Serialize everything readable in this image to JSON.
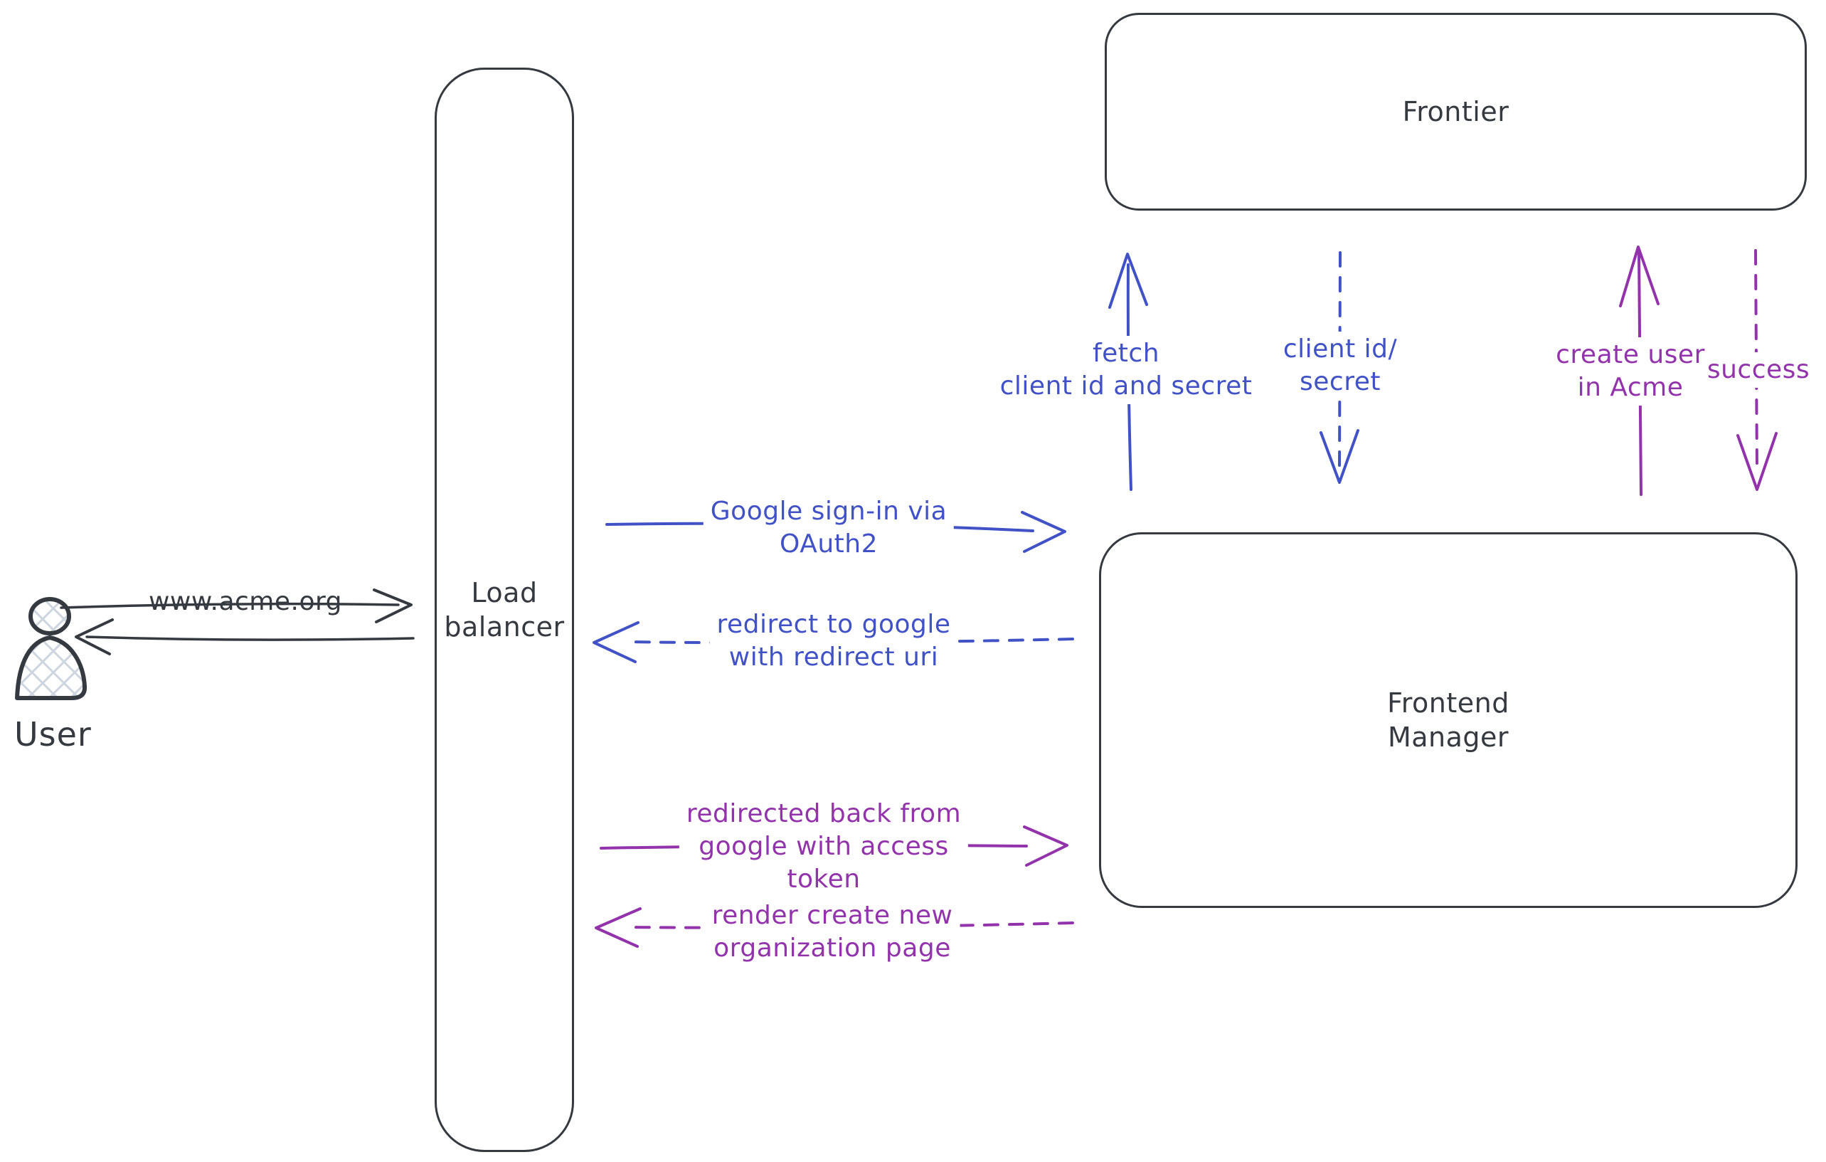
{
  "colors": {
    "dark": "#343a40",
    "blue": "#4052c6",
    "purple": "#9333ab",
    "hatch": "#cdd5de",
    "background": "#ffffff"
  },
  "icons": {
    "user": "person-icon"
  },
  "nodes": {
    "user": {
      "label": "User"
    },
    "load_balancer": {
      "lines": [
        "Load",
        "balancer"
      ]
    },
    "frontier": {
      "label": "Frontier"
    },
    "frontend_manager": {
      "lines": [
        "Frontend",
        "Manager"
      ]
    }
  },
  "edges": {
    "user_request": {
      "lines": [
        "www.acme.org"
      ],
      "style": "solid",
      "color": "dark",
      "direction": "right"
    },
    "lb_response": {
      "lines": [],
      "style": "solid",
      "color": "dark",
      "direction": "left"
    },
    "google_signin": {
      "lines": [
        "Google sign-in via",
        "OAuth2"
      ],
      "style": "solid",
      "color": "blue",
      "direction": "right"
    },
    "redirect_google": {
      "lines": [
        "redirect to google",
        "with redirect uri"
      ],
      "style": "dashed",
      "color": "blue",
      "direction": "left"
    },
    "fetch_client": {
      "lines": [
        "fetch",
        "client id and secret"
      ],
      "style": "solid",
      "color": "blue",
      "direction": "up"
    },
    "client_id_secret": {
      "lines": [
        "client id/",
        "secret"
      ],
      "style": "dashed",
      "color": "blue",
      "direction": "down"
    },
    "create_user": {
      "lines": [
        "create user",
        "in Acme"
      ],
      "style": "solid",
      "color": "purple",
      "direction": "up"
    },
    "success": {
      "lines": [
        "success"
      ],
      "style": "dashed",
      "color": "purple",
      "direction": "down"
    },
    "redirected_back": {
      "lines": [
        "redirected back from",
        "google with access",
        "token"
      ],
      "style": "solid",
      "color": "purple",
      "direction": "right"
    },
    "render_org_page": {
      "lines": [
        "render create new",
        "organization page"
      ],
      "style": "dashed",
      "color": "purple",
      "direction": "left"
    }
  }
}
